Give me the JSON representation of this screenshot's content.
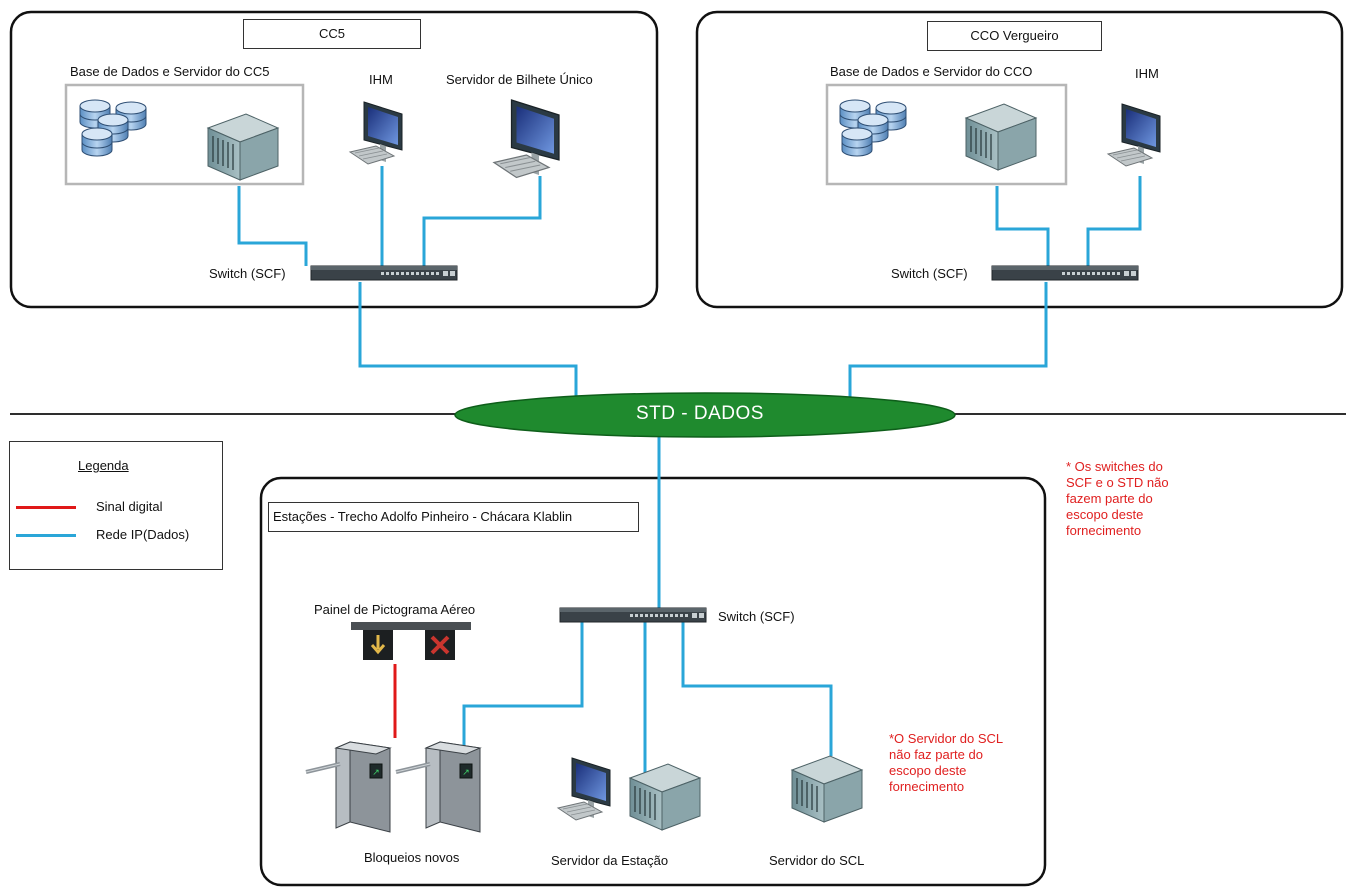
{
  "colors": {
    "ip_line": "#2aa6d8",
    "digital_line": "#e01818",
    "std_cloud": "#1f8a2e",
    "note_text": "#e02020"
  },
  "top_left": {
    "title": "CC5",
    "db_group_label": "Base de Dados e Servidor do CC5",
    "ihm_label": "IHM",
    "bilhete_label": "Servidor de Bilhete Único",
    "switch_label": "Switch (SCF)"
  },
  "top_right": {
    "title": "CCO Vergueiro",
    "db_group_label": "Base de Dados e Servidor do CCO",
    "ihm_label": "IHM",
    "switch_label": "Switch (SCF)"
  },
  "std": {
    "label": "STD - DADOS"
  },
  "legend": {
    "title": "Legenda",
    "items": [
      {
        "label": "Sinal digital",
        "kind": "digital"
      },
      {
        "label": "Rede IP(Dados)",
        "kind": "ip"
      }
    ]
  },
  "notes": {
    "switches_note": "* Os switches do\nSCF e o STD não\nfazem parte do\nescopo deste\nfornecimento",
    "scl_note": "*O Servidor do SCL\nnão faz parte do\nescopo deste\nfornecimento"
  },
  "bottom": {
    "title": "Estações - Trecho Adolfo Pinheiro -  Chácara Klablin",
    "painel_label": "Painel de Pictograma Aéreo",
    "switch_label": "Switch (SCF)",
    "bloqueios_label": "Bloqueios novos",
    "estacao_label": "Servidor da Estação",
    "scl_label": "Servidor do SCL"
  },
  "icons": [
    "database-icon",
    "server-icon",
    "workstation-icon",
    "switch-icon",
    "turnstile-icon",
    "pictogram-panel-icon"
  ]
}
